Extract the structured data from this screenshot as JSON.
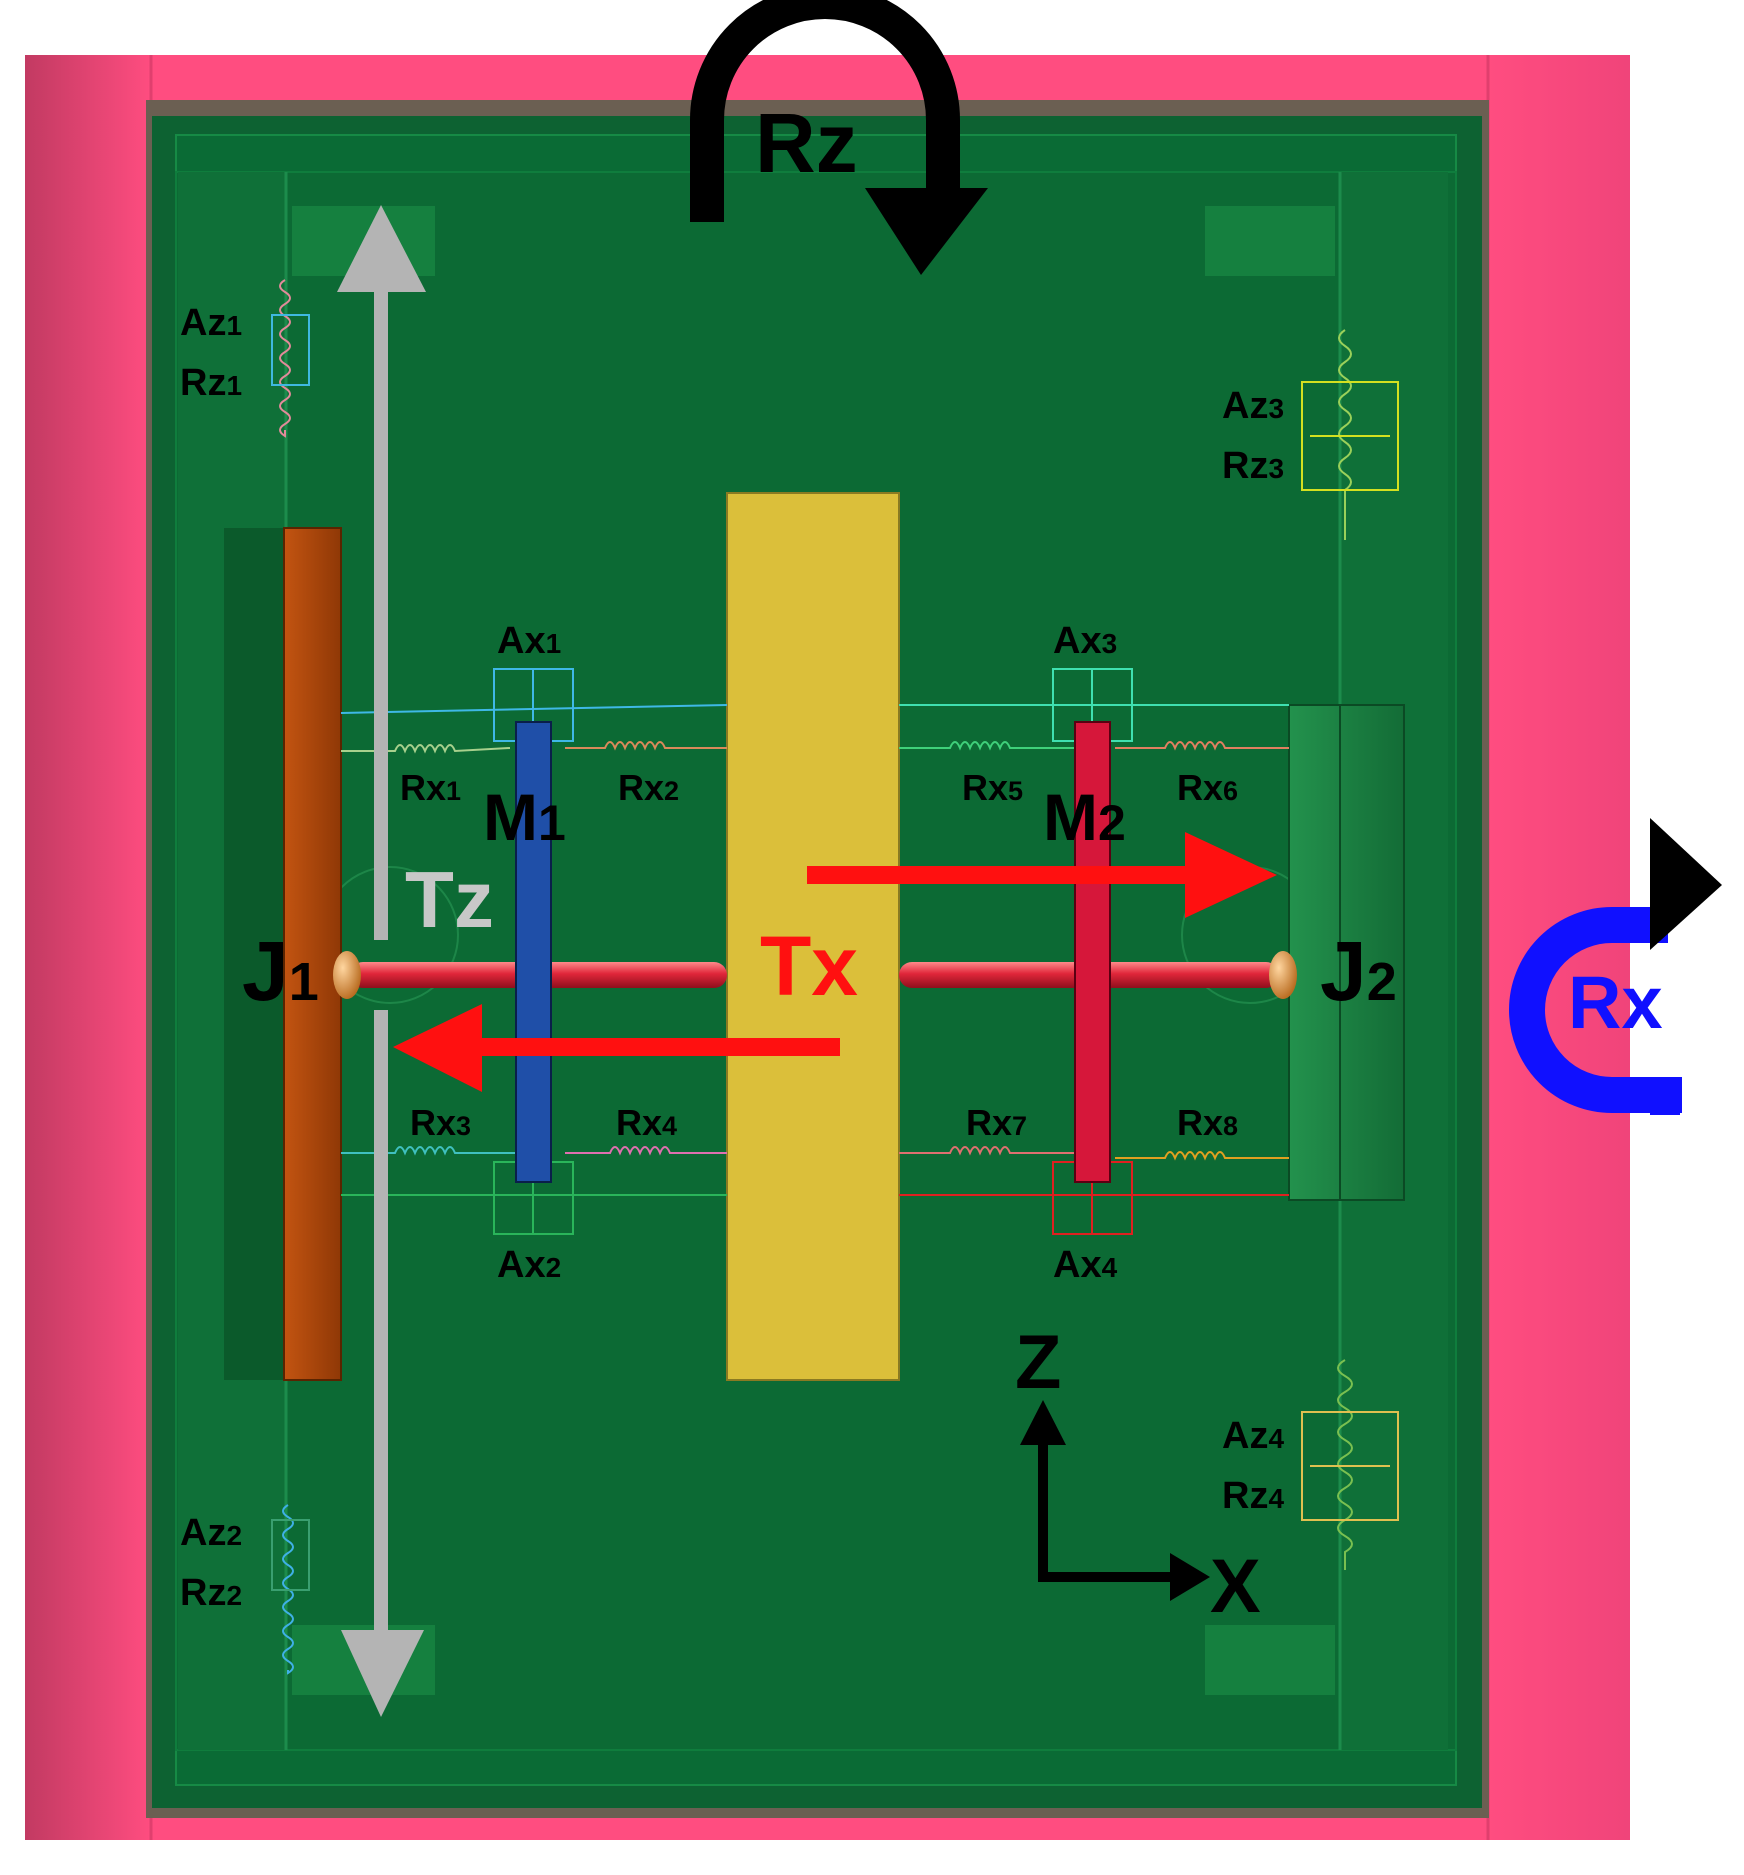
{
  "labels": {
    "rz_top": "Rz",
    "rx_right": "Rx",
    "tz": "Tz",
    "tx": "Tx",
    "j1": "J",
    "j1_sub": "1",
    "j2": "J",
    "j2_sub": "2",
    "m1": "M",
    "m1_sub": "1",
    "m2": "M",
    "m2_sub": "2",
    "az1": "Az",
    "az1_sub": "1",
    "rz1": "Rz",
    "rz1_sub": "1",
    "az2": "Az",
    "az2_sub": "2",
    "rz2": "Rz",
    "rz2_sub": "2",
    "az3": "Az",
    "az3_sub": "3",
    "rz3": "Rz",
    "rz3_sub": "3",
    "az4": "Az",
    "az4_sub": "4",
    "rz4": "Rz",
    "rz4_sub": "4",
    "ax1": "Ax",
    "ax1_sub": "1",
    "ax2": "Ax",
    "ax2_sub": "2",
    "ax3": "Ax",
    "ax3_sub": "3",
    "ax4": "Ax",
    "ax4_sub": "4",
    "rx1": "Rx",
    "rx1_sub": "1",
    "rx2": "Rx",
    "rx2_sub": "2",
    "rx3": "Rx",
    "rx3_sub": "3",
    "rx4": "Rx",
    "rx4_sub": "4",
    "rx5": "Rx",
    "rx5_sub": "5",
    "rx6": "Rx",
    "rx6_sub": "6",
    "rx7": "Rx",
    "rx7_sub": "7",
    "rx8": "Rx",
    "rx8_sub": "8",
    "axis_z": "Z",
    "axis_x": "X"
  },
  "colors": {
    "outer_frame": "#ff4d80",
    "outer_frame_shade": "#c8385e",
    "gray_border": "#6b5f52",
    "board": "#0a6b35",
    "board_inner": "#0c6a34",
    "rail": "#137a3f",
    "j1_plate": "#a0410a",
    "j2_plate": "#1a7d40",
    "center_block": "#dbbf3a",
    "m1_bar": "#1f4fa8",
    "m2_bar": "#d6173a",
    "shaft": "#e0263a",
    "tz_arrow": "#b4b4b4",
    "tx_arrow": "#ff1010",
    "rx_arrow": "#1010ff",
    "rz_arrow": "#000000"
  }
}
